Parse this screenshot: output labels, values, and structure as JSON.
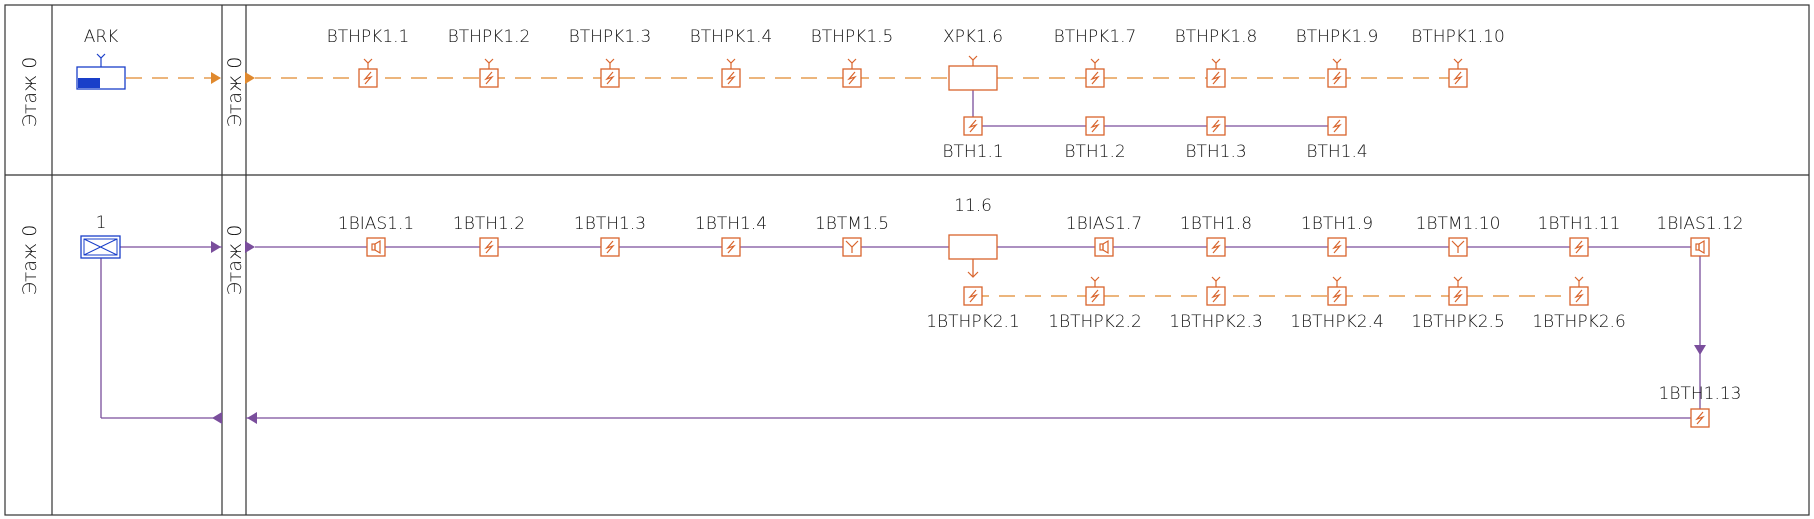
{
  "colors": {
    "line": "#7a4e9c",
    "dashed": "#e0892e",
    "device": "#d9642c",
    "panel_blue": "#1a3fc9",
    "frame": "#333333"
  },
  "floors": [
    {
      "label": "Этаж 0",
      "riser_label": "Этаж 0"
    },
    {
      "label": "Этаж 0",
      "riser_label": "Этаж 0"
    }
  ],
  "row1": {
    "source": {
      "label": "ARK",
      "icon": "control-panel-icon"
    },
    "main_devices": [
      {
        "label": "BTHPK1.1",
        "icon": "detector-icon"
      },
      {
        "label": "BTHPK1.2",
        "icon": "detector-icon"
      },
      {
        "label": "BTHPK1.3",
        "icon": "detector-icon"
      },
      {
        "label": "BTHPK1.4",
        "icon": "detector-icon"
      },
      {
        "label": "BTHPK1.5",
        "icon": "detector-icon"
      },
      {
        "label": "XPK1.6",
        "icon": "relay-box-icon"
      },
      {
        "label": "BTHPK1.7",
        "icon": "detector-icon"
      },
      {
        "label": "BTHPK1.8",
        "icon": "detector-icon"
      },
      {
        "label": "BTHPK1.9",
        "icon": "detector-icon"
      },
      {
        "label": "BTHPK1.10",
        "icon": "detector-icon"
      }
    ],
    "branch_devices": [
      {
        "label": "BTH1.1",
        "icon": "detector-icon"
      },
      {
        "label": "BTH1.2",
        "icon": "detector-icon"
      },
      {
        "label": "BTH1.3",
        "icon": "detector-icon"
      },
      {
        "label": "BTH1.4",
        "icon": "detector-icon"
      }
    ]
  },
  "row2": {
    "source": {
      "label": "1",
      "icon": "junction-box-icon"
    },
    "main_devices": [
      {
        "label": "1BIAS1.1",
        "icon": "siren-icon"
      },
      {
        "label": "1BTH1.2",
        "icon": "detector-icon"
      },
      {
        "label": "1BTH1.3",
        "icon": "detector-icon"
      },
      {
        "label": "1BTH1.4",
        "icon": "detector-icon"
      },
      {
        "label": "1BTM1.5",
        "icon": "manual-call-point-icon"
      },
      {
        "label": "11.6",
        "icon": "relay-box-icon"
      },
      {
        "label": "1BIAS1.7",
        "icon": "siren-icon"
      },
      {
        "label": "1BTH1.8",
        "icon": "detector-icon"
      },
      {
        "label": "1BTH1.9",
        "icon": "detector-icon"
      },
      {
        "label": "1BTM1.10",
        "icon": "manual-call-point-icon"
      },
      {
        "label": "1BTH1.11",
        "icon": "detector-icon"
      },
      {
        "label": "1BIAS1.12",
        "icon": "siren-icon"
      }
    ],
    "branch_devices": [
      {
        "label": "1BTHPK2.1",
        "icon": "detector-icon"
      },
      {
        "label": "1BTHPK2.2",
        "icon": "detector-icon"
      },
      {
        "label": "1BTHPK2.3",
        "icon": "detector-icon"
      },
      {
        "label": "1BTHPK2.4",
        "icon": "detector-icon"
      },
      {
        "label": "1BTHPK2.5",
        "icon": "detector-icon"
      },
      {
        "label": "1BTHPK2.6",
        "icon": "detector-icon"
      }
    ],
    "return_device": {
      "label": "1BTH1.13",
      "icon": "detector-icon"
    }
  }
}
